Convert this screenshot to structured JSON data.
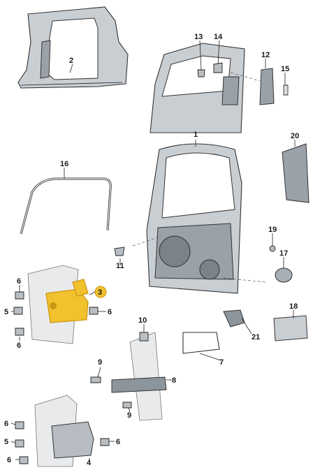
{
  "callouts": {
    "c1": "1",
    "c2": "2",
    "c3": "3",
    "c4": "4",
    "c5a": "5",
    "c5b": "5",
    "c6a": "6",
    "c6b": "6",
    "c6c": "6",
    "c6d": "6",
    "c6e": "6",
    "c6f": "6",
    "c7": "7",
    "c8": "8",
    "c9a": "9",
    "c9b": "9",
    "c10": "10",
    "c11": "11",
    "c12": "12",
    "c13": "13",
    "c14": "14",
    "c15": "15",
    "c16": "16",
    "c17": "17",
    "c18": "18",
    "c19": "19",
    "c20": "20",
    "c21": "21"
  },
  "colors": {
    "highlight": "#f2c12e",
    "highlight_dark": "#c99612",
    "panel": "#c9ced3",
    "line": "#333333"
  }
}
